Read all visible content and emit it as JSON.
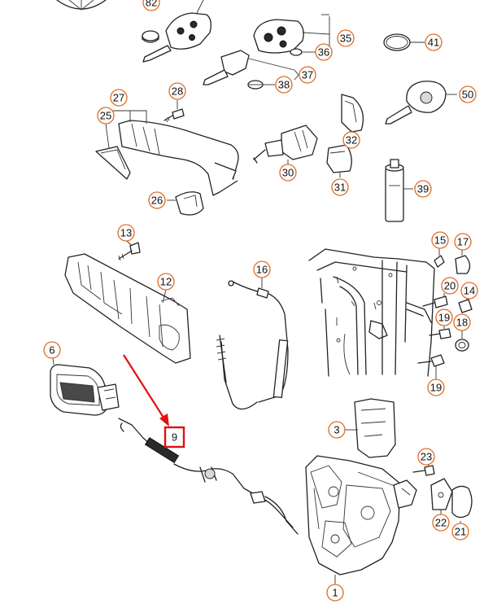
{
  "callouts": {
    "c82": "82",
    "c35": "35",
    "c36": "36",
    "c37": "37",
    "c38": "38",
    "c41": "41",
    "c50": "50",
    "c27": "27",
    "c25": "25",
    "c28": "28",
    "c32": "32",
    "c30": "30",
    "c26": "26",
    "c31": "31",
    "c39": "39",
    "c13": "13",
    "c16": "16",
    "c12": "12",
    "c15": "15",
    "c17": "17",
    "c20": "20",
    "c14": "14",
    "c19a": "19",
    "c18": "18",
    "c19b": "19",
    "c6": "6",
    "c3": "3",
    "c23": "23",
    "c22": "22",
    "c21": "21",
    "c1": "1"
  },
  "highlighted_part": "9",
  "colors": {
    "callout_ring": "#e06a1f",
    "highlight": "#e01010",
    "line": "#222222"
  }
}
